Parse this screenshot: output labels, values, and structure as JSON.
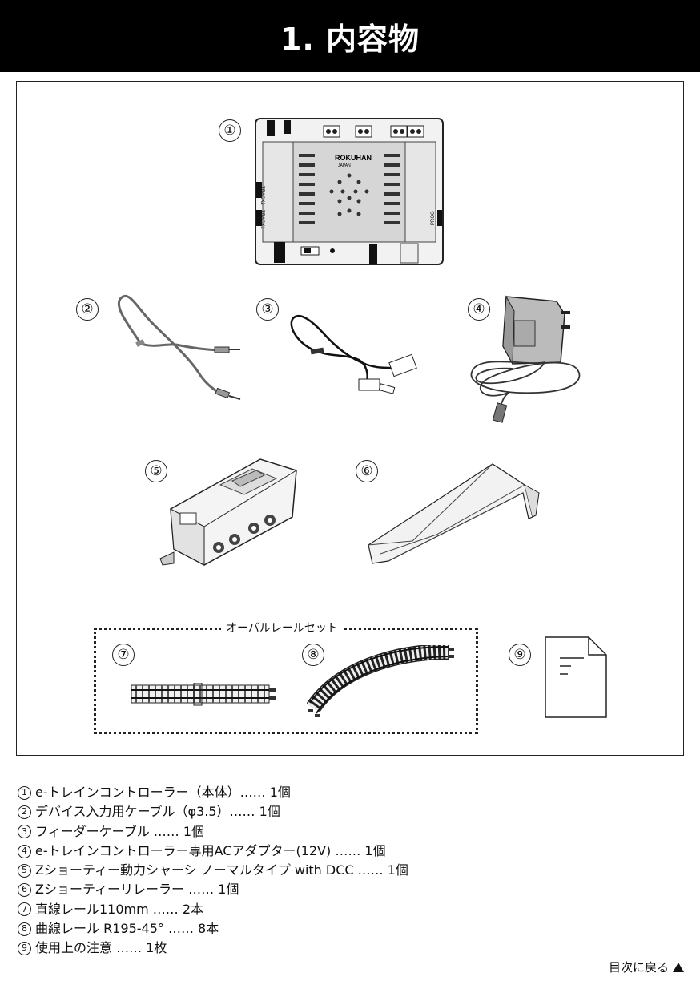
{
  "title": "1. 内容物",
  "images": {
    "controller_logo": "ROKUHAN",
    "controller_logo_sub": "JAPAN",
    "controller_labels": [
      "TRACK2",
      "TRACK1",
      "PROG"
    ]
  },
  "figure_numbers": [
    "①",
    "②",
    "③",
    "④",
    "⑤",
    "⑥",
    "⑦",
    "⑧",
    "⑨"
  ],
  "oval_set_label": "オーバルレールセット",
  "items": [
    {
      "num": "1",
      "text": "e-トレインコントローラー（本体）…… 1個"
    },
    {
      "num": "2",
      "text": "デバイス入力用ケーブル（φ3.5）…… 1個"
    },
    {
      "num": "3",
      "text": "フィーダーケーブル …… 1個"
    },
    {
      "num": "4",
      "text": "e-トレインコントローラー専用ACアダプター(12V) …… 1個"
    },
    {
      "num": "5",
      "text": "Zショーティー動力シャーシ ノーマルタイプ with DCC …… 1個"
    },
    {
      "num": "6",
      "text": "Zショーティーリレーラー …… 1個"
    },
    {
      "num": "7",
      "text": "直線レール110mm …… 2本"
    },
    {
      "num": "8",
      "text": "曲線レール R195-45° …… 8本"
    },
    {
      "num": "9",
      "text": "使用上の注意 …… 1枚"
    }
  ],
  "back_link": "目次に戻る"
}
